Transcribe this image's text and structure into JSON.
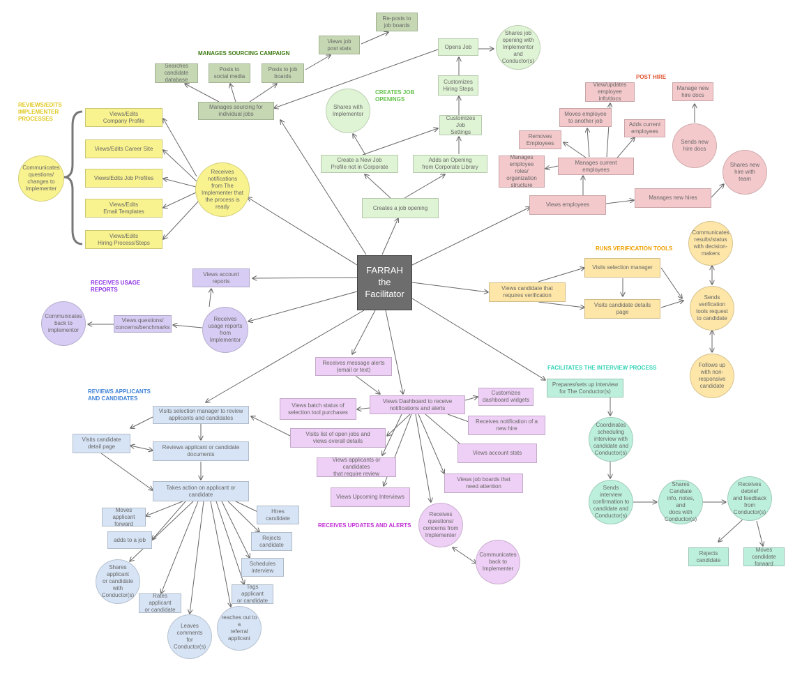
{
  "colors": {
    "yellow": "#f9f38f",
    "olive": "#c6d8b3",
    "green": "#dff4d4",
    "red": "#f4c9cc",
    "orange": "#fde6a8",
    "purple": "#d7ccf3",
    "magenta": "#eecff5",
    "blue": "#d7e4f5",
    "teal": "#bcf0dc",
    "center": "#6d6d6d",
    "edge": "#666666",
    "label_yellow": "#e0c81c",
    "label_olive": "#3e7a12",
    "label_green": "#62c24a",
    "label_red": "#e05530",
    "label_orange": "#f0a000",
    "label_purple": "#8a2be2",
    "label_blue": "#3f82d6",
    "label_magenta": "#c22cd6",
    "label_teal": "#33d2b4"
  },
  "labels": {
    "implementer": "REVIEWS/EDITS\nIMPLEMENTER\nPROCESSES",
    "sourcing": "MANAGES SOURCING CAMPAIGN",
    "openings": "CREATES JOB\nOPENINGS",
    "post_hire": "POST HIRE",
    "verification": "RUNS VERIFICATION TOOLS",
    "usage": "RECEIVES USAGE\nREPORTS",
    "applicants": "REVIEWS APPLICANTS\nAND CANDIDATES",
    "updates": "RECEIVES UPDATES AND ALERTS",
    "interview": "FACILITATES THE INTERVIEW PROCESS"
  },
  "nodes": {
    "center": "FARRAH\nthe\nFacilitator",
    "imp_communicates": "Communicates\nquestions/\nchanges to\nImplementer",
    "imp_company": "Views/Edits\nCompany Profile",
    "imp_career": "Views/Edits Career Site",
    "imp_profiles": "Views/Edits Job Profiles",
    "imp_email": "Views/Edits\nEmail Templates",
    "imp_hiring": "Views/Edits\nHiring Process/Steps",
    "imp_receives": "Receives\nnotifications\nfrom The\nImplementer that\nthe process is\nready",
    "src_searches": "Searches\ncandidate\ndatabase",
    "src_social": "Posts to\nsocial media",
    "src_boards": "Posts to job\nboards",
    "src_stats": "Views job\npost stats",
    "src_repost": "Re-posts to\njob boards",
    "src_manages": "Manages sourcing for\nindividual jobs",
    "job_opens": "Opens Job",
    "job_shares": "Shares job\nopening with\nImplementor and\nConductor(s)",
    "job_shares_impl": "Shares with\nImplementor",
    "job_customizes_steps": "Customizes\nHiring Steps",
    "job_customizes_settings": "Customizes Job\nSettings",
    "job_new_profile": "Create a New Job\nProfile not in Corporate",
    "job_adds_opening": "Adds an Opening\nfrom Corporate Library",
    "job_creates": "Creates a job opening",
    "ph_view_updates": "View/updates\nemployee info/docs",
    "ph_manage_docs": "Manage new\nhire docs",
    "ph_moves": "Moves employee\nto another job",
    "ph_adds": "Adds current\nemployees",
    "ph_removes": "Removes\nEmployees",
    "ph_roles": "Manages\nemployee roles/\norganization\nstructure",
    "ph_current": "Manages current employees",
    "ph_sends_docs": "Sends new\nhire docs",
    "ph_shares_team": "Shares new\nhire with\nteam",
    "ph_views_employees": "Views employees",
    "ph_new_hires": "Manages new hires",
    "ver_communicates": "Communicates\nresults/status\nwith decision-\nmakers",
    "ver_selection": "Visits selection manager",
    "ver_views": "Views candidate that\nrequires verification",
    "ver_details": "Visits candidate details page",
    "ver_sends": "Sends\nverification\ntools request\nto candidate",
    "ver_follows": "Follows up\nwith non-\nresponsive\ncandidate",
    "use_account": "Views account\nreports",
    "use_communicates": "Communicates\nback to\nimplementor",
    "use_questions": "Views questions/\nconcerns/benchmarks",
    "use_receives": "Receives\nusage reports\nfrom\nImplementor",
    "upd_alerts": "Receives message alerts\n(email or text)",
    "upd_dashboard": "Views Dashboard to receive\nnotifications and alerts",
    "upd_widgets": "Customizes\ndashboard widgets",
    "upd_batch": "Views batch status of\nselection tool purchases",
    "upd_new_hire": "Receives notification of a\nnew hire",
    "upd_open_jobs": "Visits list of open jobs and\nviews overall details",
    "upd_stats": "Views account stats",
    "upd_review": "Views applicants or candidates\nthat require review",
    "upd_boards": "Views job boards that\nneed attention",
    "upd_interviews": "Views Upcoming Interviews",
    "upd_questions": "Receives\nquestions/\nconcerns from\nImplementer",
    "upd_communicates": "Communicates\nback to\nImplementer",
    "app_selection": "Visits selection manager to review\napplicants and candidates",
    "app_detail": "Visits candidate\ndetail page",
    "app_documents": "Reviews applicant or candidate\ndocuments",
    "app_action": "Takes action on applicant or\ncandidate",
    "app_forward": "Moves applicant\nforward",
    "app_adds": "adds to a job",
    "app_hires": "Hires\ncandidate",
    "app_rejects": "Rejects\ncandidate",
    "app_schedules": "Schedules\ninterview",
    "app_shares": "Shares applicant\nor candidate\nwith\nConductor(s)",
    "app_tags": "Tags applicant\nor candidate",
    "app_rates": "Rates applicant\nor candidate",
    "app_comments": "Leaves\ncomments\nfor\nConductor(s)",
    "app_referral": "reaches out to a\nreferral applicant",
    "int_prepares": "Prepares/sets up interview\nfor The Conductor(s)",
    "int_coordinates": "Coordinates\nscheduling\ninterview with\ncandidate and\nConductor(s)",
    "int_sends": "Sends\ninterview\nconfirmation to\ncandidate and\nConductor(s)",
    "int_shares": "Shares Candiate\ninfo, notes, and\ndocs with\nConductor(s)",
    "int_debrief": "Receives debrief\nand feedback\nfrom\nConductor(s)",
    "int_rejects": "Rejects\ncandidate",
    "int_forward": "Moves candidate\nforward"
  }
}
